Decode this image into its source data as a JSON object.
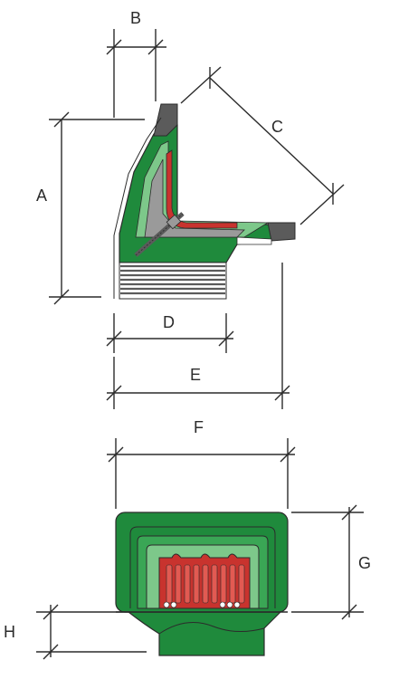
{
  "diagram": {
    "dimensions": {
      "A": "A",
      "B": "B",
      "C": "C",
      "D": "D",
      "E": "E",
      "F": "F",
      "G": "G",
      "H": "H"
    },
    "colors": {
      "green_dark": "#1f8a3c",
      "green_mid": "#3aa655",
      "green_light": "#7dc88a",
      "gray": "#9a9a9a",
      "gray_dark": "#5b5b5b",
      "red": "#c8332e",
      "line": "#2b2b2b"
    }
  }
}
